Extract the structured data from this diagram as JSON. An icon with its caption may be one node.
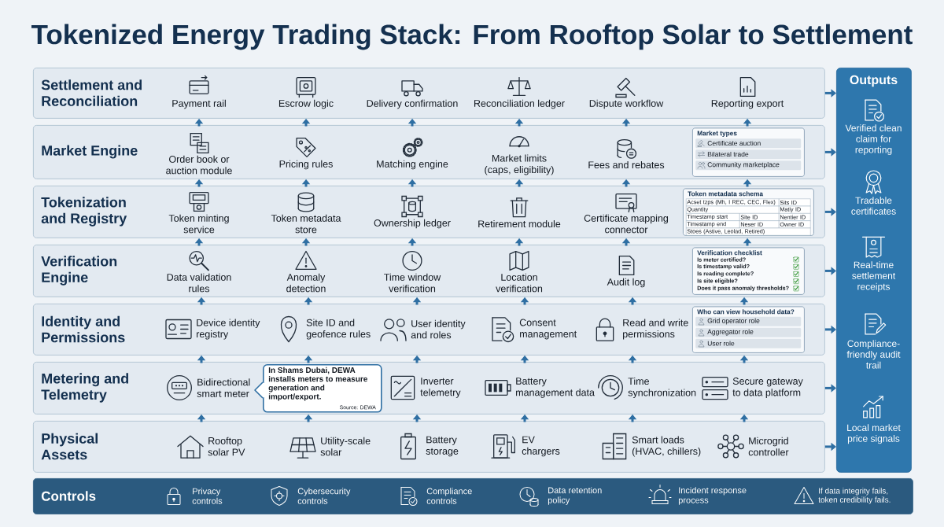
{
  "diagram": {
    "title": "Tokenized Energy Trading Stack: From Rooftop Solar to Settlement",
    "nodes": [
      {
        "text": [
          "Settlement and Reconciliation"
        ]
      },
      {
        "text": [
          "Payment rail"
        ],
        "in": 0
      },
      {
        "text": [
          "Escrow logic"
        ],
        "in": 0
      },
      {
        "text": [
          "Delivery confirmation"
        ],
        "in": 0
      },
      {
        "text": [
          "Reconciliation ledger"
        ],
        "in": 0
      },
      {
        "text": [
          "Dispute workflow"
        ],
        "in": 0
      },
      {
        "text": [
          "Reporting export"
        ],
        "in": 0
      },
      {
        "text": [
          "Market Engine"
        ]
      },
      {
        "text": [
          "Order book or auction module"
        ],
        "in": 7
      },
      {
        "text": [
          "Pricing rules"
        ],
        "in": 7
      },
      {
        "text": [
          "Matching engine"
        ],
        "in": 7
      },
      {
        "text": [
          "Market limits (caps, eligibility)"
        ],
        "in": 7
      },
      {
        "text": [
          "Fees and rebates"
        ],
        "in": 7
      },
      {
        "text": [
          "Market types"
        ],
        "in": 7
      },
      {
        "text": [
          "Certificate auction"
        ],
        "in": 13
      },
      {
        "text": [
          "Bilateral trade"
        ],
        "in": 13
      },
      {
        "text": [
          "Community marketplace"
        ],
        "in": 13
      },
      {
        "text": [
          "Tokenization and Registry"
        ]
      },
      {
        "text": [
          "Token minting service"
        ],
        "in": 17
      },
      {
        "text": [
          "Token metadata store"
        ],
        "in": 17
      },
      {
        "text": [
          "Ownership ledger"
        ],
        "in": 17
      },
      {
        "text": [
          "Retirement module"
        ],
        "in": 17
      },
      {
        "text": [
          "Certificate mapping connector"
        ],
        "in": 17
      },
      {
        "text": [
          "Token metadata schema"
        ],
        "in": 17
      },
      {
        "text": [
          "Verification Engine"
        ]
      },
      {
        "text": [
          "Data validation rules"
        ],
        "in": 24
      },
      {
        "text": [
          "Anomaly detection"
        ],
        "in": 24
      },
      {
        "text": [
          "Time window verification"
        ],
        "in": 24
      },
      {
        "text": [
          "Location verification"
        ],
        "in": 24
      },
      {
        "text": [
          "Audit log"
        ],
        "in": 24
      },
      {
        "text": [
          "Verification checklist",
          "Is meter certified?",
          "Is timestamp valid?",
          "Is reading complete?",
          "Is site eligible?",
          "Does it pass anomaly thresholds?"
        ],
        "in": 24
      },
      {
        "text": [
          "Identity and Permissions"
        ]
      },
      {
        "text": [
          "Device identity registry"
        ],
        "in": 31
      },
      {
        "text": [
          "Site ID and geofence rules"
        ],
        "in": 31
      },
      {
        "text": [
          "User identity and roles"
        ],
        "in": 31
      },
      {
        "text": [
          "Consent management"
        ],
        "in": 31
      },
      {
        "text": [
          "Read and write permissions"
        ],
        "in": 31
      },
      {
        "text": [
          "Who can view household data?"
        ],
        "in": 31
      },
      {
        "text": [
          "Grid operator role"
        ],
        "in": 37
      },
      {
        "text": [
          "Aggregator role"
        ],
        "in": 37
      },
      {
        "text": [
          "User role"
        ],
        "in": 37
      },
      {
        "text": [
          "Metering and Telemetry"
        ]
      },
      {
        "text": [
          "Bidirectional smart meter"
        ],
        "in": 41
      },
      {
        "text": [
          "In Shams Dubai, DEWA installs meters to measure generation and import/export.",
          "Source: DEWA"
        ],
        "in": 41
      },
      {
        "text": [
          "Inverter telemetry"
        ],
        "in": 41
      },
      {
        "text": [
          "Battery management data"
        ],
        "in": 41
      },
      {
        "text": [
          "Time synchronization"
        ],
        "in": 41
      },
      {
        "text": [
          "Secure gateway to data platform"
        ],
        "in": 41
      },
      {
        "text": [
          "Physical Assets"
        ]
      },
      {
        "text": [
          "Rooftop solar PV"
        ],
        "in": 48
      },
      {
        "text": [
          "Utility-scale solar"
        ],
        "in": 48
      },
      {
        "text": [
          "Battery storage"
        ],
        "in": 48
      },
      {
        "text": [
          "EV chargers"
        ],
        "in": 48
      },
      {
        "text": [
          "Smart loads (HVAC, chillers)"
        ],
        "in": 48
      },
      {
        "text": [
          "Microgrid controller"
        ],
        "in": 48
      },
      {
        "text": [
          "Outputs",
          "Verified clean claim for reporting",
          "Tradable certificates",
          "Real-time settlement receipts",
          "Compliance-friendly audit trail",
          "Local market price signals"
        ]
      },
      {
        "text": [
          "Controls",
          "Privacy controls",
          "Cybersecurity controls",
          "Compliance controls",
          "Data retention policy",
          "Incident response process",
          "If data integrity fails, token credibility fails."
        ]
      }
    ],
    "edges": [
      {
        "from": 7,
        "to": 0,
        "arrow": "to"
      },
      {
        "from": 7,
        "to": 0,
        "arrow": "to"
      },
      {
        "from": 7,
        "to": 0,
        "arrow": "to"
      },
      {
        "from": 7,
        "to": 0,
        "arrow": "to"
      },
      {
        "from": 7,
        "to": 0,
        "arrow": "to"
      },
      {
        "from": 7,
        "to": 0,
        "arrow": "to"
      },
      {
        "from": 17,
        "to": 7,
        "arrow": "to"
      },
      {
        "from": 17,
        "to": 7,
        "arrow": "to"
      },
      {
        "from": 17,
        "to": 7,
        "arrow": "to"
      },
      {
        "from": 17,
        "to": 7,
        "arrow": "to"
      },
      {
        "from": 17,
        "to": 7,
        "arrow": "to"
      },
      {
        "from": 17,
        "to": 7,
        "arrow": "to"
      },
      {
        "from": 24,
        "to": 17,
        "arrow": "to"
      },
      {
        "from": 24,
        "to": 17,
        "arrow": "to"
      },
      {
        "from": 24,
        "to": 17,
        "arrow": "to"
      },
      {
        "from": 24,
        "to": 17,
        "arrow": "to"
      },
      {
        "from": 24,
        "to": 17,
        "arrow": "to"
      },
      {
        "from": 24,
        "to": 17,
        "arrow": "to"
      },
      {
        "from": 31,
        "to": 24,
        "arrow": "to"
      },
      {
        "from": 31,
        "to": 24,
        "arrow": "to"
      },
      {
        "from": 31,
        "to": 24,
        "arrow": "to"
      },
      {
        "from": 31,
        "to": 24,
        "arrow": "to"
      },
      {
        "from": 31,
        "to": 24,
        "arrow": "to"
      },
      {
        "from": 31,
        "to": 24,
        "arrow": "to"
      },
      {
        "from": 41,
        "to": 31,
        "arrow": "to"
      },
      {
        "from": 41,
        "to": 31,
        "arrow": "to"
      },
      {
        "from": 41,
        "to": 31,
        "arrow": "to"
      },
      {
        "from": 41,
        "to": 31,
        "arrow": "to"
      },
      {
        "from": 41,
        "to": 31,
        "arrow": "to"
      },
      {
        "from": 41,
        "to": 31,
        "arrow": "to"
      },
      {
        "from": 48,
        "to": 41,
        "arrow": "to"
      },
      {
        "from": 48,
        "to": 41,
        "arrow": "to"
      },
      {
        "from": 48,
        "to": 41,
        "arrow": "to"
      },
      {
        "from": 48,
        "to": 41,
        "arrow": "to"
      },
      {
        "from": 48,
        "to": 41,
        "arrow": "to"
      },
      {
        "from": 48,
        "to": 41,
        "arrow": "to"
      },
      {
        "from": 0,
        "to": 55,
        "arrow": "to"
      },
      {
        "from": 7,
        "to": 55,
        "arrow": "to"
      },
      {
        "from": 17,
        "to": 55,
        "arrow": "to"
      },
      {
        "from": 24,
        "to": 55,
        "arrow": "to"
      },
      {
        "from": 31,
        "to": 55,
        "arrow": "to"
      },
      {
        "from": 41,
        "to": 55,
        "arrow": "to"
      },
      {
        "from": 48,
        "to": 55,
        "arrow": "to"
      }
    ],
    "labels": [
      "Acset tzps (Mh, I REC, CEC, Flex)",
      "Sits ID",
      "Quantity",
      "Matiy ID",
      "Timestamp start",
      "Site ID",
      "Nentier ID",
      "Timestamp end",
      "Neser ID",
      "Owner ID",
      "Stoes (Astive, Leolad, Retired)"
    ]
  }
}
